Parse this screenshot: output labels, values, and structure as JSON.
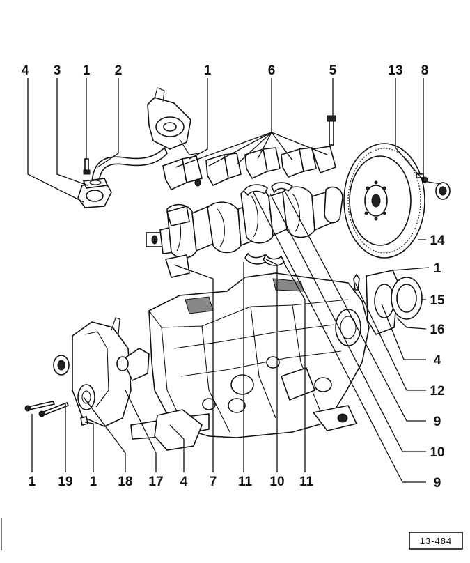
{
  "diagram": {
    "reference_code": "13-484",
    "callouts": [
      {
        "id": "c-4-tl",
        "text": "4"
      },
      {
        "id": "c-3-top",
        "text": "3"
      },
      {
        "id": "c-1-tl",
        "text": "1"
      },
      {
        "id": "c-2-top",
        "text": "2"
      },
      {
        "id": "c-1-tc",
        "text": "1"
      },
      {
        "id": "c-6-top",
        "text": "6"
      },
      {
        "id": "c-5-top",
        "text": "5"
      },
      {
        "id": "c-13-top",
        "text": "13"
      },
      {
        "id": "c-8-top",
        "text": "8"
      },
      {
        "id": "c-14-r",
        "text": "14"
      },
      {
        "id": "c-1-r",
        "text": "1"
      },
      {
        "id": "c-15-r",
        "text": "15"
      },
      {
        "id": "c-16-r",
        "text": "16"
      },
      {
        "id": "c-4-r",
        "text": "4"
      },
      {
        "id": "c-12-r",
        "text": "12"
      },
      {
        "id": "c-9-r1",
        "text": "9"
      },
      {
        "id": "c-10-r",
        "text": "10"
      },
      {
        "id": "c-9-r2",
        "text": "9"
      },
      {
        "id": "c-1-bl1",
        "text": "1"
      },
      {
        "id": "c-19-b",
        "text": "19"
      },
      {
        "id": "c-1-bl2",
        "text": "1"
      },
      {
        "id": "c-18-b",
        "text": "18"
      },
      {
        "id": "c-17-b",
        "text": "17"
      },
      {
        "id": "c-4-b",
        "text": "4"
      },
      {
        "id": "c-7-b",
        "text": "7"
      },
      {
        "id": "c-11-b1",
        "text": "11"
      },
      {
        "id": "c-10-b",
        "text": "10"
      },
      {
        "id": "c-11-b2",
        "text": "11"
      }
    ]
  }
}
